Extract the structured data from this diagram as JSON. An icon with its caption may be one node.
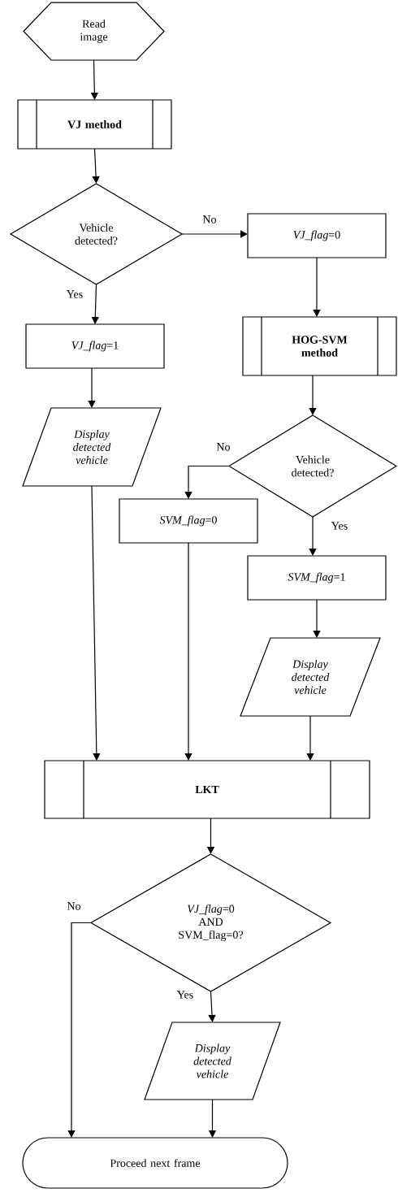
{
  "diagram": {
    "nodes": [
      {
        "text": [
          "Read image"
        ]
      },
      {
        "text": [
          "VJ method"
        ]
      },
      {
        "text": [
          "Vehicle detected?"
        ]
      },
      {
        "text": [
          "*VJ_flag*=0"
        ]
      },
      {
        "text": [
          "*VJ_flag*=1"
        ]
      },
      {
        "text": [
          "HOG-SVM method"
        ]
      },
      {
        "text": [
          "Display detected vehicle"
        ]
      },
      {
        "text": [
          "Vehicle detected?"
        ]
      },
      {
        "text": [
          "*SVM_flag*=0"
        ]
      },
      {
        "text": [
          "*SVM_flag*=1"
        ]
      },
      {
        "text": [
          "Display detected vehicle"
        ]
      },
      {
        "text": [
          "LKT"
        ]
      },
      {
        "text": [
          "*VJ_flag*=0 AND SVM_flag=0?"
        ]
      },
      {
        "text": [
          "Display detected vehicle"
        ]
      },
      {
        "text": [
          "Proceed next frame"
        ]
      }
    ],
    "edges": [
      {
        "from": 0,
        "to": 1,
        "arrow": "to"
      },
      {
        "from": 1,
        "to": 2,
        "arrow": "to"
      },
      {
        "from": 2,
        "to": 3,
        "arrow": "to",
        "label": "No"
      },
      {
        "from": 2,
        "to": 4,
        "arrow": "to",
        "label": "Yes"
      },
      {
        "from": 3,
        "to": 5,
        "arrow": "to"
      },
      {
        "from": 4,
        "to": 6,
        "arrow": "to"
      },
      {
        "from": 5,
        "to": 7,
        "arrow": "to"
      },
      {
        "from": 7,
        "to": 8,
        "arrow": "to",
        "label": "No"
      },
      {
        "from": 7,
        "to": 9,
        "arrow": "to",
        "label": "Yes"
      },
      {
        "from": 9,
        "to": 10,
        "arrow": "to"
      },
      {
        "from": 6,
        "to": 11,
        "arrow": "to"
      },
      {
        "from": 8,
        "to": 11,
        "arrow": "to"
      },
      {
        "from": 10,
        "to": 11,
        "arrow": "to"
      },
      {
        "from": 11,
        "to": 12,
        "arrow": "to"
      },
      {
        "from": 12,
        "to": 14,
        "arrow": "to",
        "label": "No"
      },
      {
        "from": 12,
        "to": 13,
        "arrow": "to",
        "label": "Yes"
      },
      {
        "from": 13,
        "to": 14,
        "arrow": "to"
      }
    ]
  }
}
